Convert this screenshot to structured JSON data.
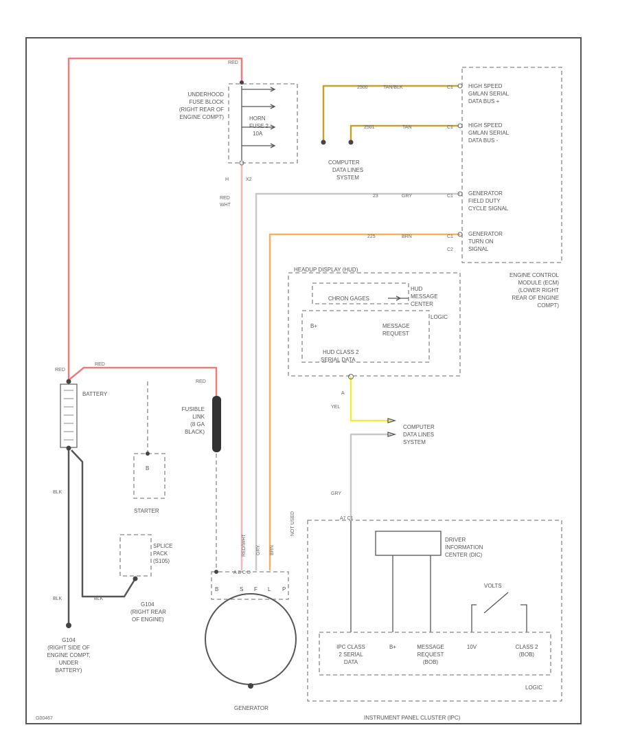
{
  "colors": {
    "red": "#f07a7a",
    "pink": "#f4b6b6",
    "orange": "#f7b066",
    "yellow": "#f3ea3c",
    "gold": "#c7a12a",
    "gray": "#c8c8c8",
    "black": "#555555",
    "frame": "#555555"
  },
  "fuse_block": {
    "label": [
      "UNDERHOOD",
      "FUSE BLOCK",
      "(RIGHT REAR OF",
      "ENGINE COMPT)"
    ],
    "fuse": [
      "HORN",
      "FUSE 2",
      "10A"
    ]
  },
  "wires": {
    "red_top": "RED",
    "red_battery": "RED",
    "red_fusible": "RED",
    "red_wht": [
      "RED",
      "WHT"
    ],
    "pin_x2": "X2",
    "pin_h": "H",
    "tan_num": "2500",
    "tan_color": "TAN/BLK",
    "tan_pin": "C1",
    "tan2_num": "2501",
    "tan2_color": "TAN",
    "tan2_pin": "C1",
    "gry_num": "23",
    "gry_color": "GRY",
    "gry_pin": "C1",
    "brn_num": "225",
    "brn_color": "BRN",
    "brn_pin": "C1",
    "pin_c2": "C2",
    "yel_pin": "A",
    "yel_color": "YEL",
    "gry_ipc": "GRY",
    "ipc_pin": "A7 C1",
    "blk1": "BLK",
    "blk2": "BLK",
    "blk3": "BLK",
    "gen_red": "RED/WHT",
    "gen_gry": "GRY",
    "gen_brn": "BRN",
    "not_used": "NOT USED"
  },
  "ecm": {
    "s1": [
      "HIGH SPEED",
      "GMLAN SERIAL",
      "DATA BUS +"
    ],
    "s2": [
      "HIGH SPEED",
      "GMLAN SERIAL",
      "DATA BUS -"
    ],
    "s3": [
      "GENERATOR",
      "FIELD DUTY",
      "CYCLE SIGNAL"
    ],
    "s4": [
      "GENERATOR",
      "TURN ON",
      "SIGNAL"
    ],
    "label": [
      "ENGINE CONTROL",
      "MODULE (ECM)",
      "(LOWER RIGHT",
      "REAR OF ENGINE",
      "COMPT)"
    ]
  },
  "computer_data_top": [
    "COMPUTER",
    "DATA LINES",
    "SYSTEM"
  ],
  "computer_data_mid": [
    "COMPUTER",
    "DATA LINES",
    "SYSTEM"
  ],
  "hud": {
    "title": "HEADUP DISPLAY (HUD)",
    "chron": "CHRON GAGES",
    "msg_center": [
      "HUD",
      "MESSAGE",
      "CENTER"
    ],
    "logic": "LOGIC",
    "bplus": "B+",
    "msg_request": [
      "MESSAGE",
      "REQUEST"
    ],
    "class2": [
      "HUD CLASS 2",
      "SERIAL DATA"
    ]
  },
  "battery": {
    "label": "BATTERY",
    "wire": "RED"
  },
  "fusible": [
    "FUSIBLE",
    "LINK",
    "(8 GA",
    "BLACK)"
  ],
  "starter": {
    "pin": "B",
    "label": "STARTER"
  },
  "splice": [
    "SPLICE",
    "PACK",
    "(S105)"
  ],
  "ground1": [
    "G104",
    "(RIGHT REAR",
    "OF ENGINE)"
  ],
  "ground2": [
    "G104",
    "(RIGHT SIDE OF",
    "ENGINE COMPT,",
    "UNDER",
    "BATTERY)"
  ],
  "generator": {
    "pins": [
      "B",
      "S",
      "F",
      "L",
      "P"
    ],
    "connector": "A  B  C  D",
    "label": "GENERATOR"
  },
  "ipc": {
    "dic": [
      "DRIVER",
      "INFORMATION",
      "CENTER (DIC)"
    ],
    "volts": "VOLTS",
    "cells": [
      [
        "IPC CLASS",
        "2 SERIAL",
        "DATA"
      ],
      [
        "B+"
      ],
      [
        "MESSAGE",
        "REQUEST",
        "(BOB)"
      ],
      [
        "10V"
      ],
      [
        "CLASS 2",
        "(BOB)"
      ]
    ],
    "logic": "LOGIC",
    "label": "INSTRUMENT PANEL CLUSTER (IPC)"
  },
  "figure_code": "G00467"
}
